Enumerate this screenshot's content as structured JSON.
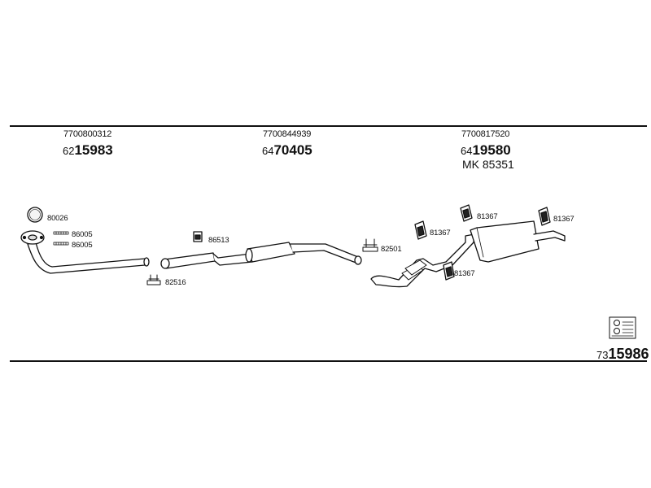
{
  "sections": [
    {
      "oem": "7700800312",
      "ref_prefix": "62",
      "ref_main": "15983"
    },
    {
      "oem": "7700844939",
      "ref_prefix": "64",
      "ref_main": "70405"
    },
    {
      "oem": "7700817520",
      "ref_prefix": "64",
      "ref_main": "19580",
      "kit": "MK  85351"
    }
  ],
  "part_labels": {
    "p80026": "80026",
    "p86005a": "86005",
    "p86005b": "86005",
    "p82516": "82516",
    "p86513": "86513",
    "p82501": "82501",
    "p81367a": "81367",
    "p81367b": "81367",
    "p81367c": "81367",
    "p81367d": "81367"
  },
  "diagram_number": {
    "prefix": "73",
    "main": "15986"
  },
  "icons": {
    "manual": "service-manual-icon"
  },
  "colors": {
    "line": "#111111",
    "background": "#ffffff"
  }
}
